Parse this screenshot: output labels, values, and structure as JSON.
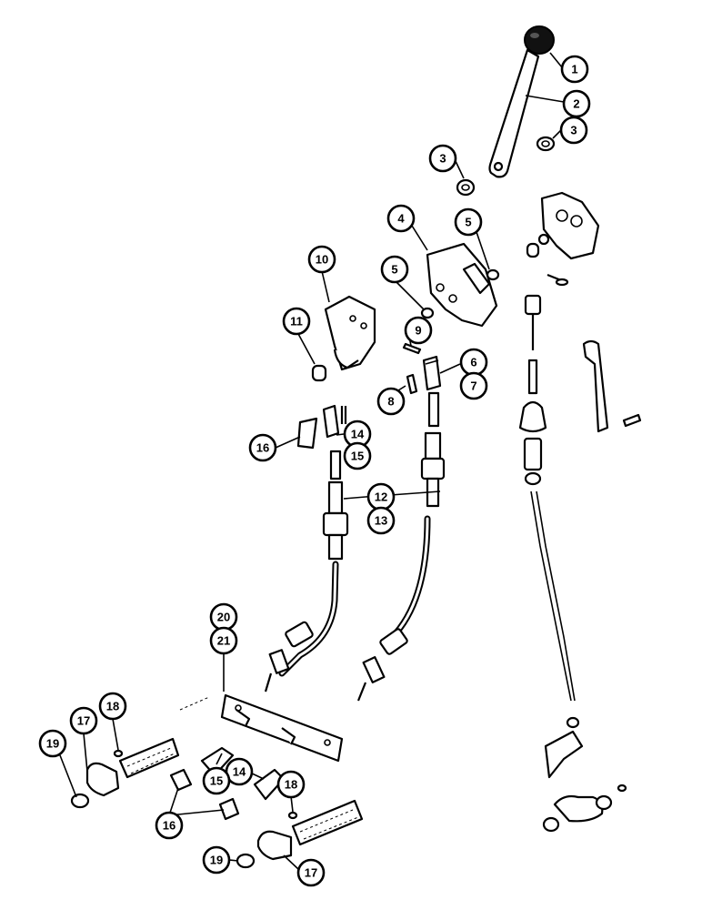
{
  "callouts": [
    {
      "id": "c1",
      "label": "1"
    },
    {
      "id": "c2",
      "label": "2"
    },
    {
      "id": "c3a",
      "label": "3"
    },
    {
      "id": "c3b",
      "label": "3"
    },
    {
      "id": "c4",
      "label": "4"
    },
    {
      "id": "c5a",
      "label": "5"
    },
    {
      "id": "c5b",
      "label": "5"
    },
    {
      "id": "c6",
      "label": "6"
    },
    {
      "id": "c7",
      "label": "7"
    },
    {
      "id": "c8",
      "label": "8"
    },
    {
      "id": "c9",
      "label": "9"
    },
    {
      "id": "c10",
      "label": "10"
    },
    {
      "id": "c11",
      "label": "11"
    },
    {
      "id": "c12",
      "label": "12"
    },
    {
      "id": "c13",
      "label": "13"
    },
    {
      "id": "c14a",
      "label": "14"
    },
    {
      "id": "c15a",
      "label": "15"
    },
    {
      "id": "c14b",
      "label": "14"
    },
    {
      "id": "c15b",
      "label": "15"
    },
    {
      "id": "c16a",
      "label": "16"
    },
    {
      "id": "c16b",
      "label": "16"
    },
    {
      "id": "c17a",
      "label": "17"
    },
    {
      "id": "c17b",
      "label": "17"
    },
    {
      "id": "c18a",
      "label": "18"
    },
    {
      "id": "c18b",
      "label": "18"
    },
    {
      "id": "c19a",
      "label": "19"
    },
    {
      "id": "c19b",
      "label": "19"
    },
    {
      "id": "c20",
      "label": "20"
    },
    {
      "id": "c21",
      "label": "21"
    }
  ]
}
